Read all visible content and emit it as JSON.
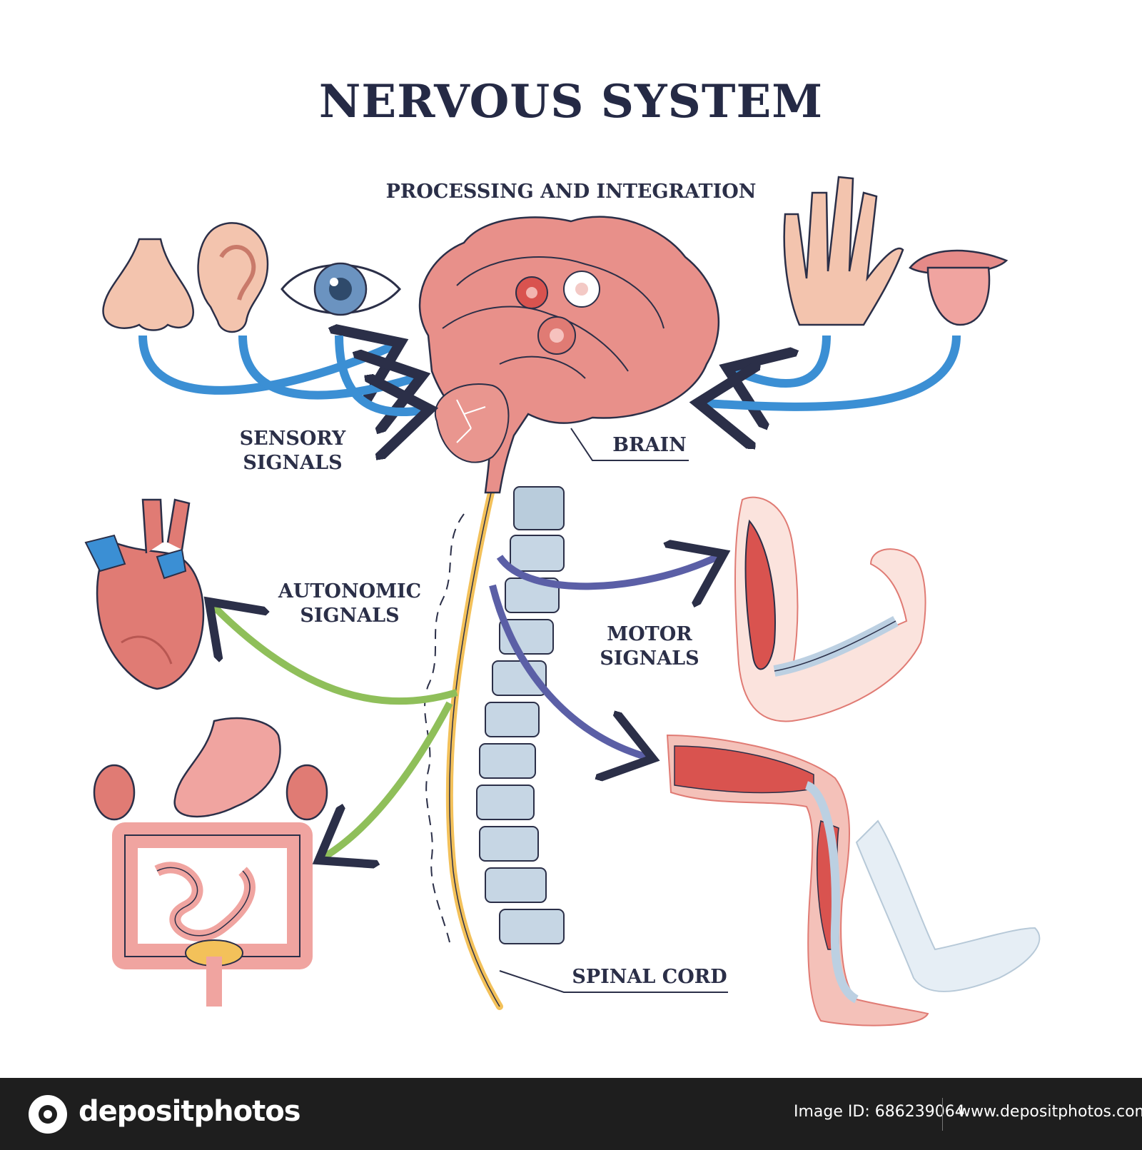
{
  "title": "NERVOUS SYSTEM",
  "labels": {
    "processing": "PROCESSING AND INTEGRATION",
    "sensory_line1": "SENSORY",
    "sensory_line2": "SIGNALS",
    "brain": "BRAIN",
    "autonomic_line1": "AUTONOMIC",
    "autonomic_line2": "SIGNALS",
    "motor_line1": "MOTOR",
    "motor_line2": "SIGNALS",
    "spinal_cord": "SPINAL CORD"
  },
  "footer": {
    "brand": "depositphotos",
    "image_id": "Image ID: 686239064",
    "site": "www.depositphotos.com"
  },
  "colors": {
    "sensory_arrow": "#3b8fd4",
    "autonomic_arrow": "#8fbf5a",
    "motor_arrow": "#5b5fa6",
    "brain": "#e8908a",
    "spinal_cord": "#f3c15a",
    "vertebra": "#b9ccdc",
    "text": "#2b2f48"
  }
}
